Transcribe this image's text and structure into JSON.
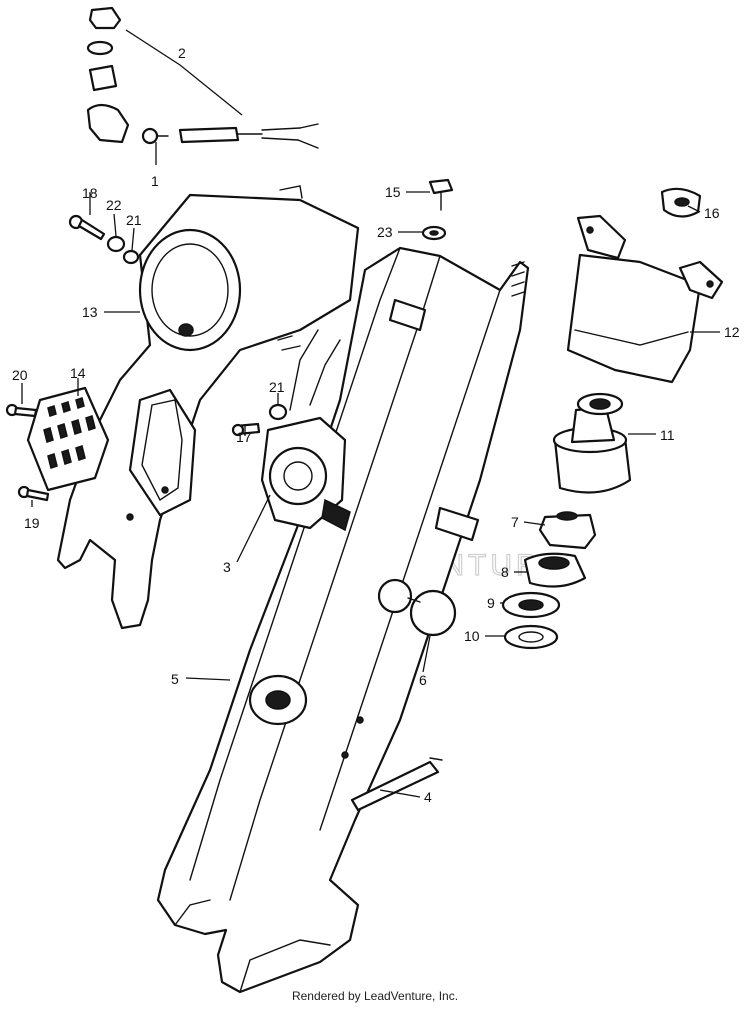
{
  "callouts": {
    "p1": "1",
    "p2": "2",
    "p3": "3",
    "p4": "4",
    "p5": "5",
    "p6": "6",
    "p7": "7",
    "p8": "8",
    "p9": "9",
    "p10": "10",
    "p11": "11",
    "p12": "12",
    "p13": "13",
    "p14": "14",
    "p15": "15",
    "p16": "16",
    "p17": "17",
    "p18": "18",
    "p19": "19",
    "p20": "20",
    "p21a": "21",
    "p21b": "21",
    "p22": "22",
    "p23": "23"
  },
  "watermark": "LEADVENTURE",
  "footer": {
    "credit": "Rendered by LeadVenture, Inc."
  }
}
